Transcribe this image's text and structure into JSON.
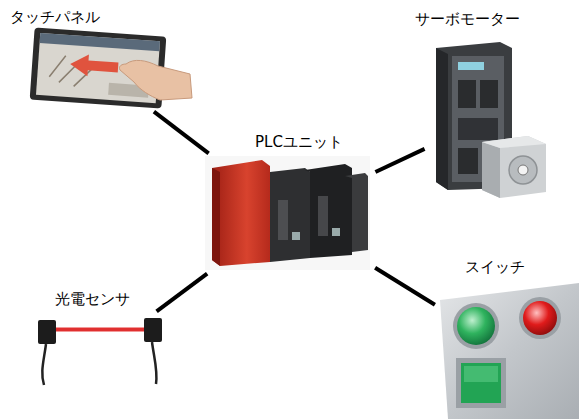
{
  "diagram": {
    "nodes": [
      {
        "text": [
          "タッチパネル"
        ]
      },
      {
        "text": [
          "サーボモーター"
        ]
      },
      {
        "text": [
          "PLCユニット"
        ]
      },
      {
        "text": [
          "光電センサ"
        ]
      },
      {
        "text": [
          "スイッチ"
        ]
      }
    ],
    "edges": [
      {
        "from": 2,
        "to": 0,
        "arrow": "none"
      },
      {
        "from": 2,
        "to": 1,
        "arrow": "none"
      },
      {
        "from": 2,
        "to": 3,
        "arrow": "none"
      },
      {
        "from": 2,
        "to": 4,
        "arrow": "none"
      }
    ]
  }
}
